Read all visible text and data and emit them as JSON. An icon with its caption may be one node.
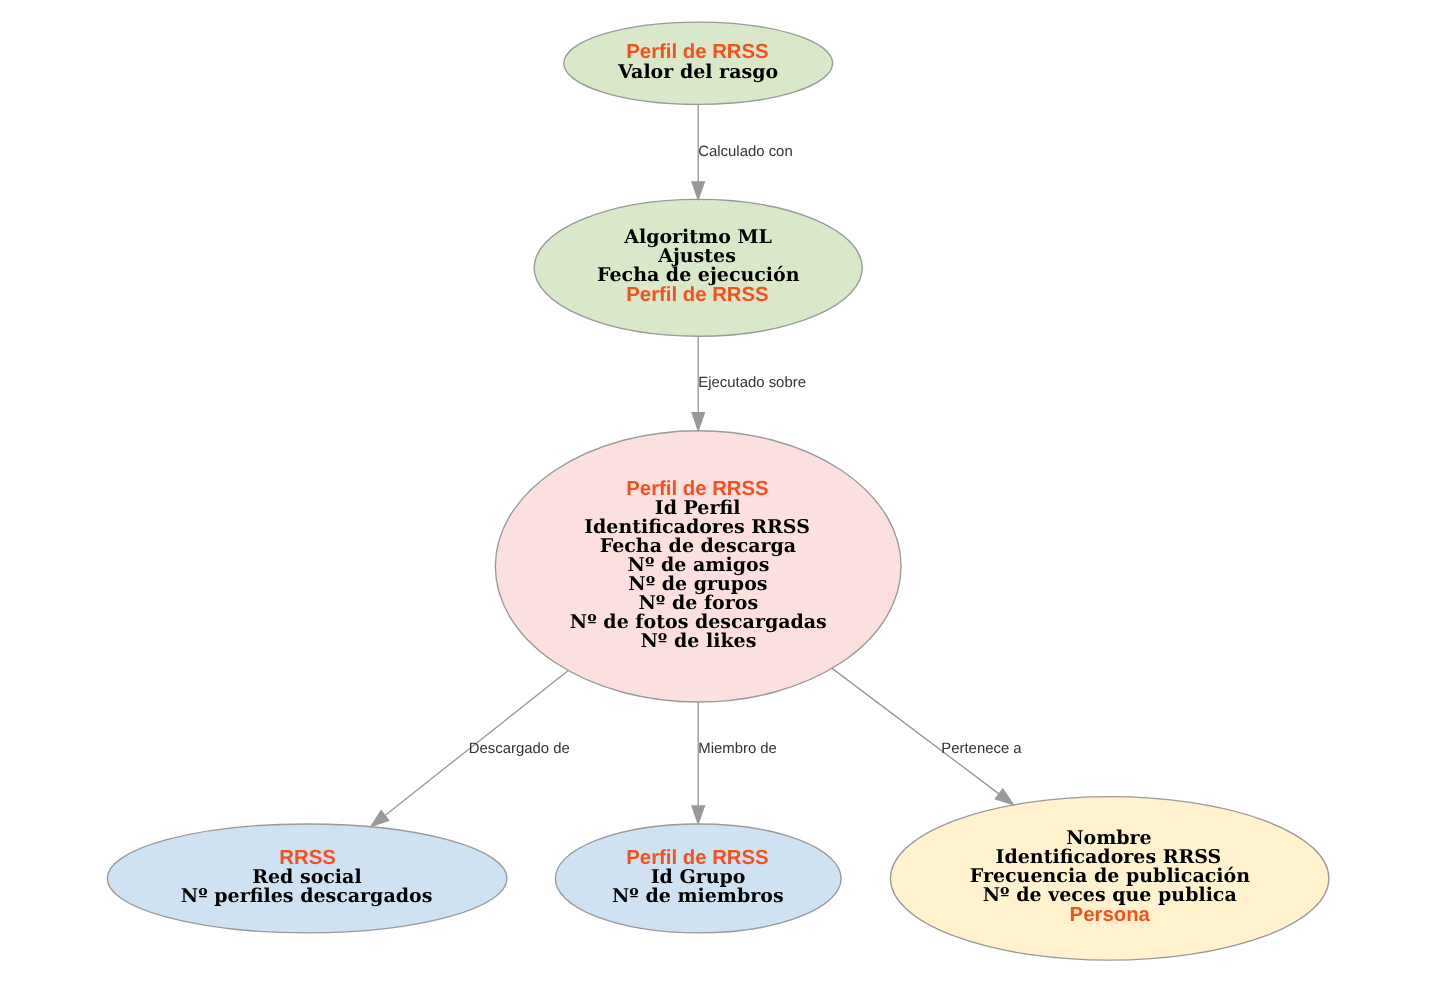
{
  "diagram": {
    "nodes": [
      {
        "text": [
          "RRSS",
          "Red social",
          "Nº perfiles descargados"
        ]
      },
      {
        "text": [
          "Perfil de RRSS",
          "Id Perfil",
          "Identificadores RRSS",
          "Fecha de descarga",
          "Nº de amigos",
          "Nº de grupos",
          "Nº de foros",
          "Nº de fotos descargadas",
          "Nº de likes"
        ]
      },
      {
        "text": [
          "Perfil de RRSS",
          "Valor del rasgo"
        ]
      },
      {
        "text": [
          "Perfil de RRSS",
          "Id Grupo",
          "Nº de miembros"
        ]
      },
      {
        "text": [
          "Nombre",
          "Identificadores RRSS",
          "Frecuencia de publicación",
          "Nº de veces que publica",
          "Persona"
        ]
      },
      {
        "text": [
          "Algoritmo ML",
          "Ajustes",
          "Fecha de ejecución",
          "Perfil de RRSS"
        ]
      }
    ],
    "edges": [
      {
        "from": 1,
        "to": 0,
        "arrow": "to",
        "label": "Descargado de"
      },
      {
        "from": 1,
        "to": 3,
        "arrow": "to",
        "label": "Miembro de"
      },
      {
        "from": 1,
        "to": 4,
        "arrow": "to",
        "label": "Pertenece a"
      },
      {
        "from": 5,
        "to": 1,
        "arrow": "to",
        "label": "Ejecutado sobre"
      },
      {
        "from": 2,
        "to": 5,
        "arrow": "to",
        "label": "Calculado con"
      }
    ]
  }
}
